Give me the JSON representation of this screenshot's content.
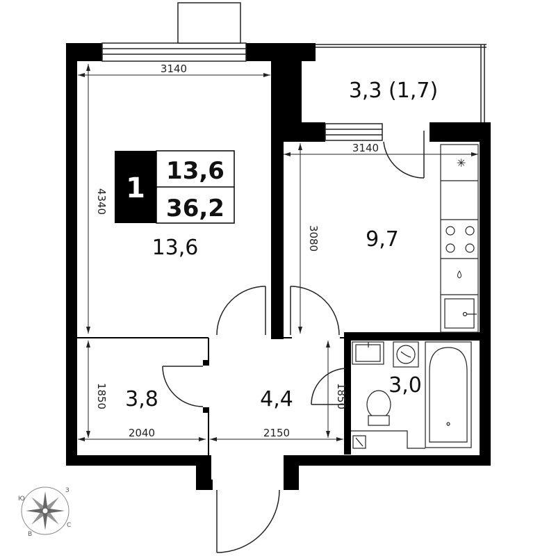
{
  "badge": {
    "rooms": "1",
    "living_area": "13,6",
    "total_area": "36,2"
  },
  "rooms": {
    "living_room": "13,6",
    "balcony": "3,3 (1,7)",
    "kitchen": "9,7",
    "storage": "3,8",
    "hallway": "4,4",
    "bathroom": "3,0"
  },
  "dimensions": {
    "living_width": "3140",
    "living_height": "4340",
    "kitchen_width": "3140",
    "kitchen_height": "3080",
    "storage_height": "1850",
    "storage_width": "2040",
    "hallway_width": "2150",
    "bathroom_height": "1850"
  },
  "compass": {
    "north": "С",
    "south": "Ю",
    "west": "З",
    "east": "В"
  },
  "colors": {
    "wall": "#000000",
    "line": "#222222",
    "background": "#ffffff"
  }
}
